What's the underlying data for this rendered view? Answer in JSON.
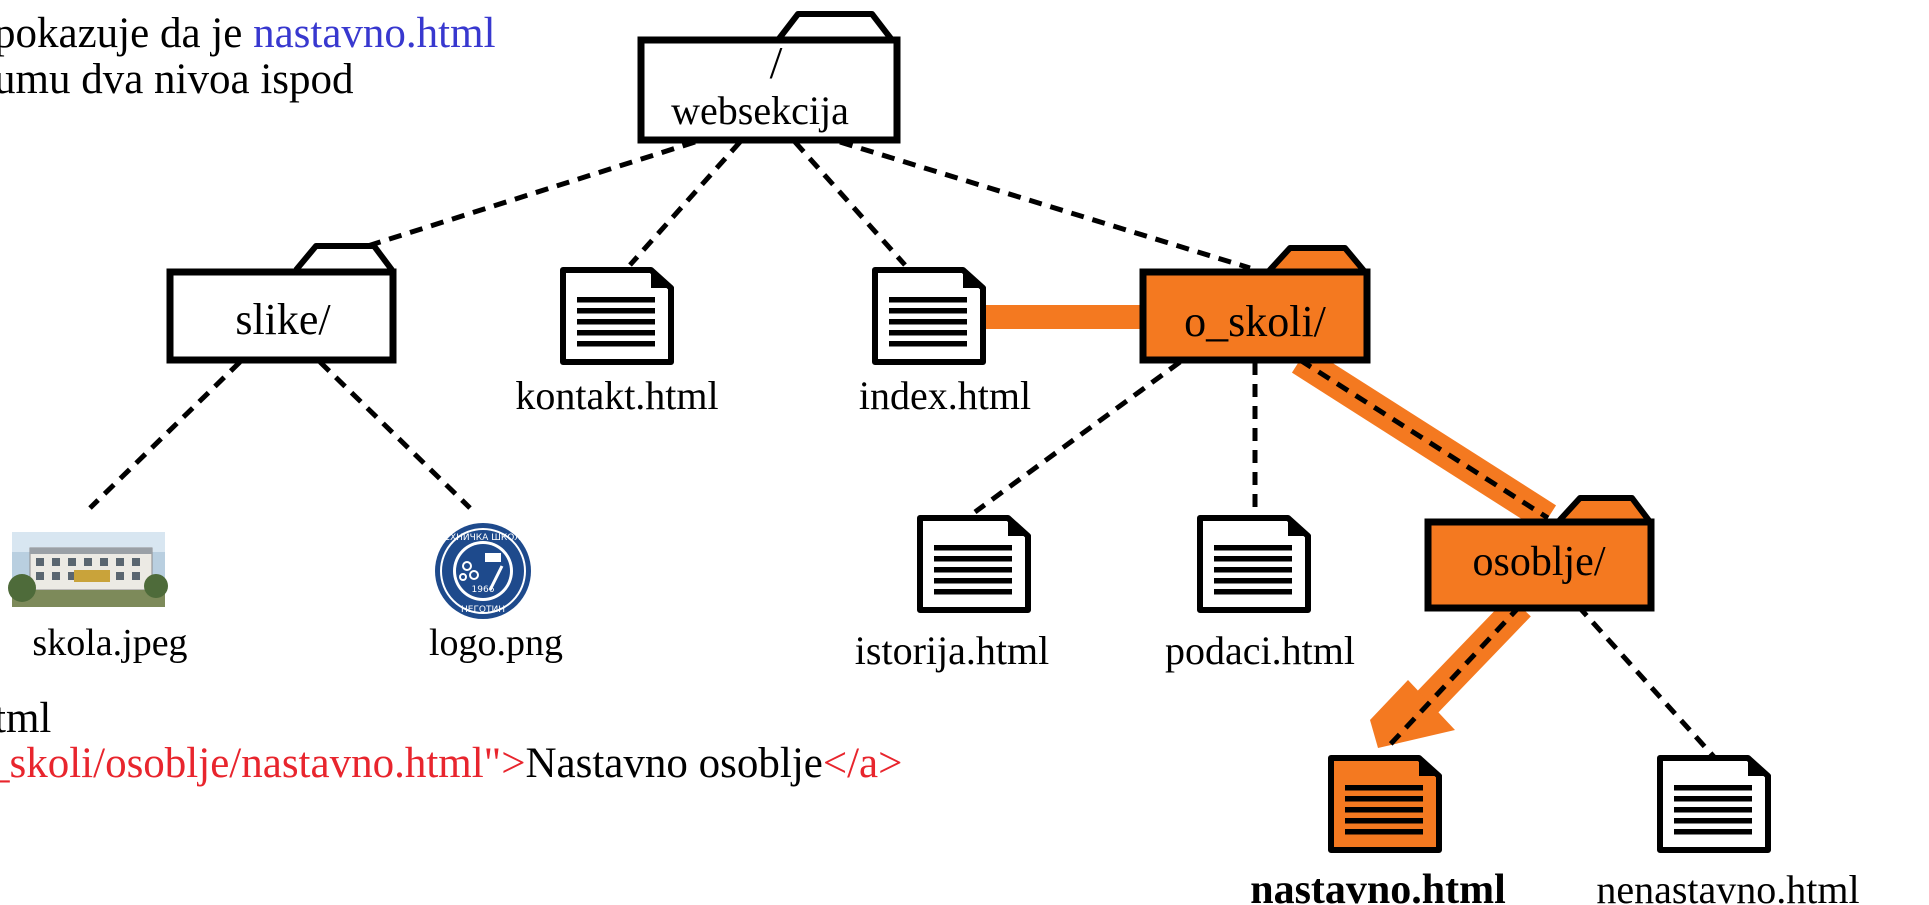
{
  "intro": {
    "line1": "pokazuje da je ",
    "line1_highlight": "nastavno.html",
    "line2": "umu dva nivoa ispod"
  },
  "code": {
    "line1": "tml",
    "line2_red": "_skoli/osoblje/nastavno.html\">",
    "line2_text": "Nastavno osoblje",
    "line2_tag": "</a>"
  },
  "tree": {
    "root": {
      "slash": "/",
      "label": "websekcija"
    },
    "folders": {
      "slike": "slike/",
      "o_skoli": "o_skoli/",
      "osoblje": "osoblje/"
    },
    "files": {
      "kontakt": "kontakt.html",
      "index": "index.html",
      "istorija": "istorija.html",
      "podaci": "podaci.html",
      "nastavno": "nastavno.html",
      "nenastavno": "nenastavno.html",
      "skola": "skola.jpeg",
      "logo": "logo.png"
    },
    "logo_text": {
      "top": "ТЕХНИЧКА ШКОЛА",
      "bottom": "НЕГОТИН",
      "year": "1966"
    }
  },
  "colors": {
    "accent": "#f47920",
    "link_blue": "#3838cf",
    "code_red": "#e8252d",
    "ink": "#000000"
  }
}
